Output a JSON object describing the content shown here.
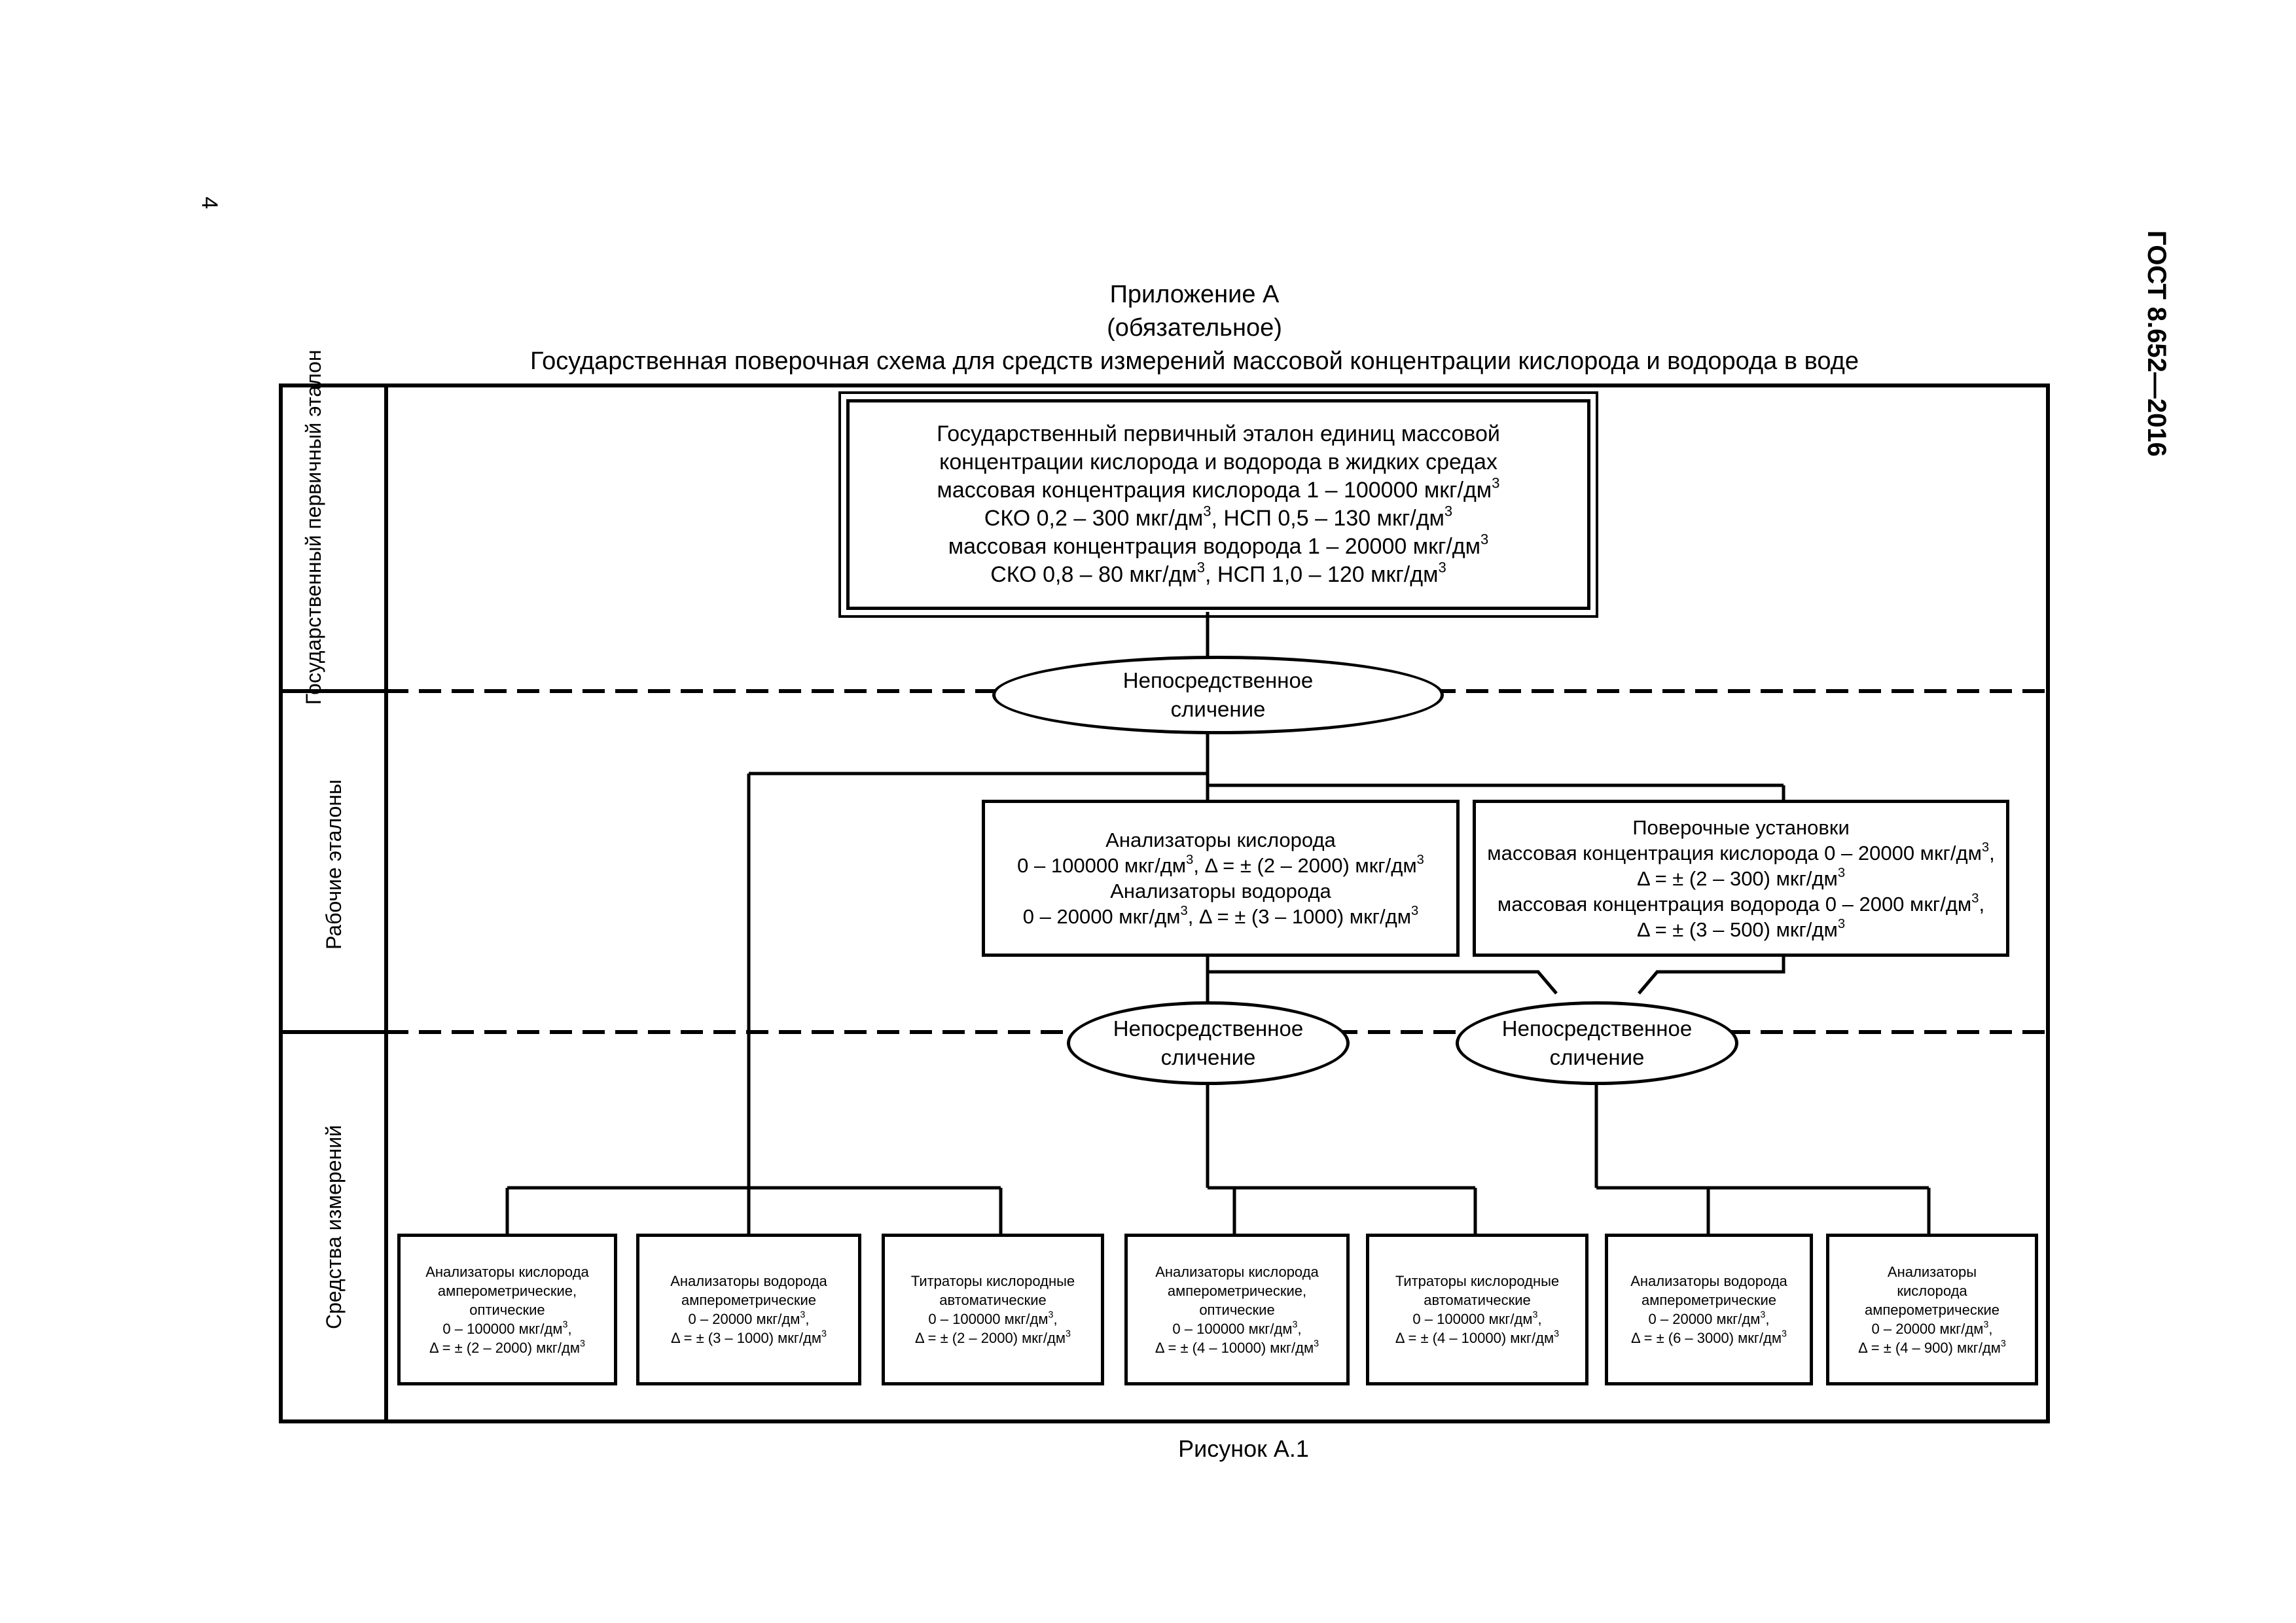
{
  "page": {
    "number": "4",
    "standard": "ГОСТ 8.652—2016"
  },
  "header": {
    "appendix": "Приложение А",
    "status": "(обязательное)",
    "title": "Государственная поверочная схема для средств измерений массовой концентрации кислорода и водорода в воде"
  },
  "rows": {
    "primary": "Государственный первичный эталон",
    "working": "Рабочие эталоны",
    "instruments": "Средства измерений"
  },
  "primary_standard": {
    "line1": "Государственный первичный эталон единиц массовой",
    "line2": "концентрации кислорода и водорода в жидких средах",
    "line3": "массовая концентрация кислорода 1 – 100000 мкг/дм",
    "line4a": "СКО 0,2 – 300 мкг/дм",
    "line4b": ", НСП 0,5 – 130 мкг/дм",
    "line5": "массовая концентрация водорода 1 – 20000 мкг/дм",
    "line6a": "СКО 0,8 – 80 мкг/дм",
    "line6b": ", НСП 1,0 – 120 мкг/дм"
  },
  "method": {
    "line1": "Непосредственное",
    "line2": "сличение"
  },
  "working_standards": {
    "analyzers": {
      "line1": "Анализаторы кислорода",
      "line2a": "0 – 100000 мкг/дм",
      "line2b": ", Δ = ± (2 – 2000) мкг/дм",
      "line3": "Анализаторы водорода",
      "line4a": "0 – 20000 мкг/дм",
      "line4b": ", Δ = ± (3 – 1000) мкг/дм"
    },
    "installations": {
      "line1": "Поверочные установки",
      "line2": "массовая концентрация кислорода 0 – 20000 мкг/дм",
      "line2b": ",",
      "line3": "Δ = ± (2 – 300) мкг/дм",
      "line4": "массовая концентрация водорода 0 – 2000 мкг/дм",
      "line4b": ",",
      "line5": "Δ = ± (3 – 500) мкг/дм"
    }
  },
  "instruments": [
    {
      "lines": [
        "Анализаторы кислорода",
        "амперометрические,",
        "оптические"
      ],
      "range": "0 – 100000 мкг/дм",
      "sep": ",",
      "accuracy": "Δ = ± (2 – 2000) мкг/дм"
    },
    {
      "lines": [
        "Анализаторы водорода",
        "амперометрические"
      ],
      "range": "0 – 20000 мкг/дм",
      "sep": ",",
      "accuracy": "Δ = ± (3 – 1000) мкг/дм"
    },
    {
      "lines": [
        "Титраторы кислородные",
        "автоматические"
      ],
      "range": "0 – 100000 мкг/дм",
      "sep": ",",
      "accuracy": "Δ = ± (2 – 2000) мкг/дм"
    },
    {
      "lines": [
        "Анализаторы кислорода",
        "амперометрические,",
        "оптические"
      ],
      "range": "0 – 100000 мкг/дм",
      "sep": ",",
      "accuracy": "Δ = ± (4 – 10000) мкг/дм"
    },
    {
      "lines": [
        "Титраторы кислородные",
        "автоматические"
      ],
      "range": "0 – 100000 мкг/дм",
      "sep": ",",
      "accuracy": "Δ = ± (4 – 10000) мкг/дм"
    },
    {
      "lines": [
        "Анализаторы водорода",
        "амперометрические"
      ],
      "range": "0 – 20000 мкг/дм",
      "sep": ",",
      "accuracy": "Δ = ± (6 – 3000) мкг/дм"
    },
    {
      "lines": [
        "Анализаторы",
        "кислорода",
        "амперометрические"
      ],
      "range": "0 – 20000 мкг/дм",
      "sep": ",",
      "accuracy": "Δ = ± (4 – 900) мкг/дм"
    }
  ],
  "units": {
    "exponent": "3"
  },
  "caption": "Рисунок А.1"
}
